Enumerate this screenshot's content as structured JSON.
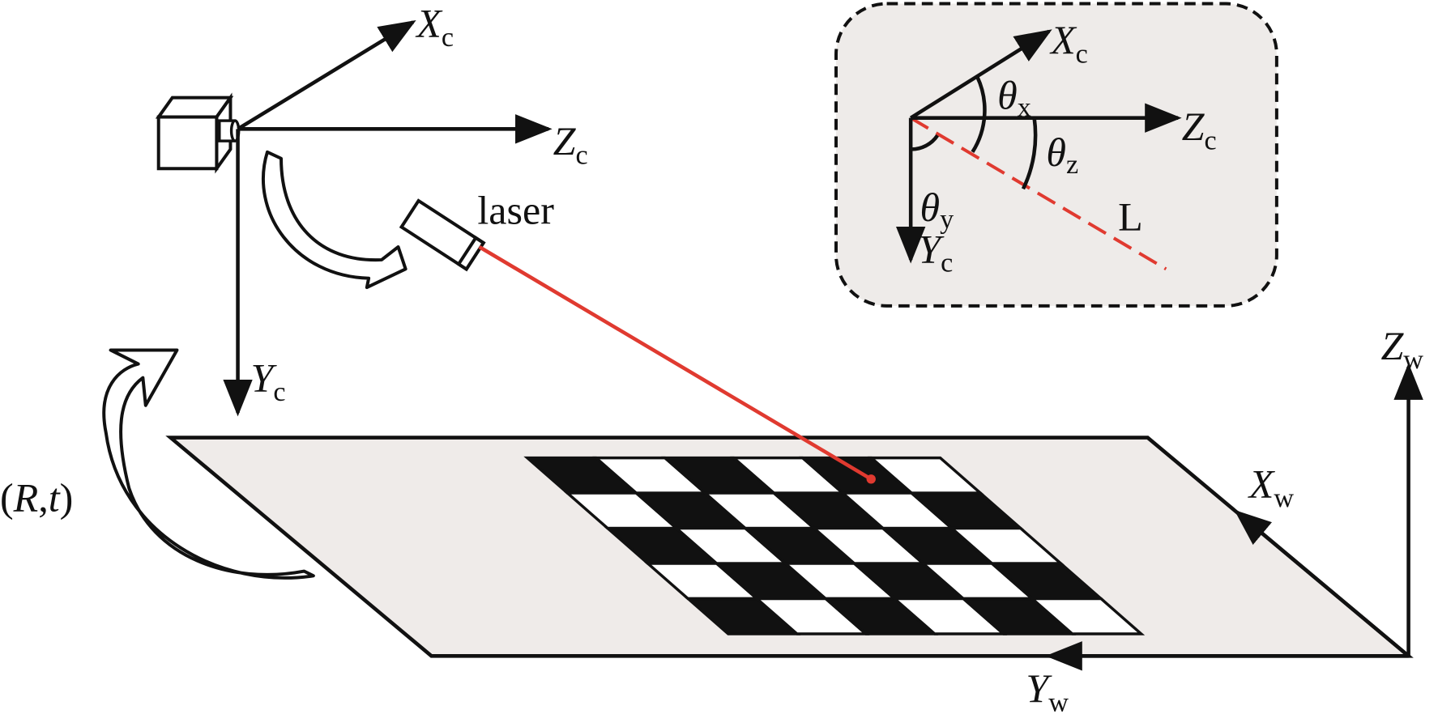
{
  "camera_frame": {
    "x_axis": "X",
    "y_axis": "Y",
    "z_axis": "Z",
    "subscript": "c"
  },
  "laser_label": "laser",
  "inset": {
    "x_axis": "X",
    "y_axis": "Y",
    "z_axis": "Z",
    "subscript": "c",
    "theta": "θ",
    "theta_x_sub": "x",
    "theta_y_sub": "y",
    "theta_z_sub": "z",
    "line_label": "L"
  },
  "world_frame": {
    "x_axis": "X",
    "y_axis": "Y",
    "z_axis": "Z",
    "subscript": "w"
  },
  "transform_label": {
    "open": "(",
    "R": "R",
    "comma": ",",
    "t": "t",
    "close": ")"
  },
  "checkerboard": {
    "rows": 5,
    "cols": 6
  },
  "colors": {
    "plane": "#efebe9",
    "laser": "#e03a30",
    "ink": "#111111",
    "inset_bg": "#eeebe9"
  }
}
